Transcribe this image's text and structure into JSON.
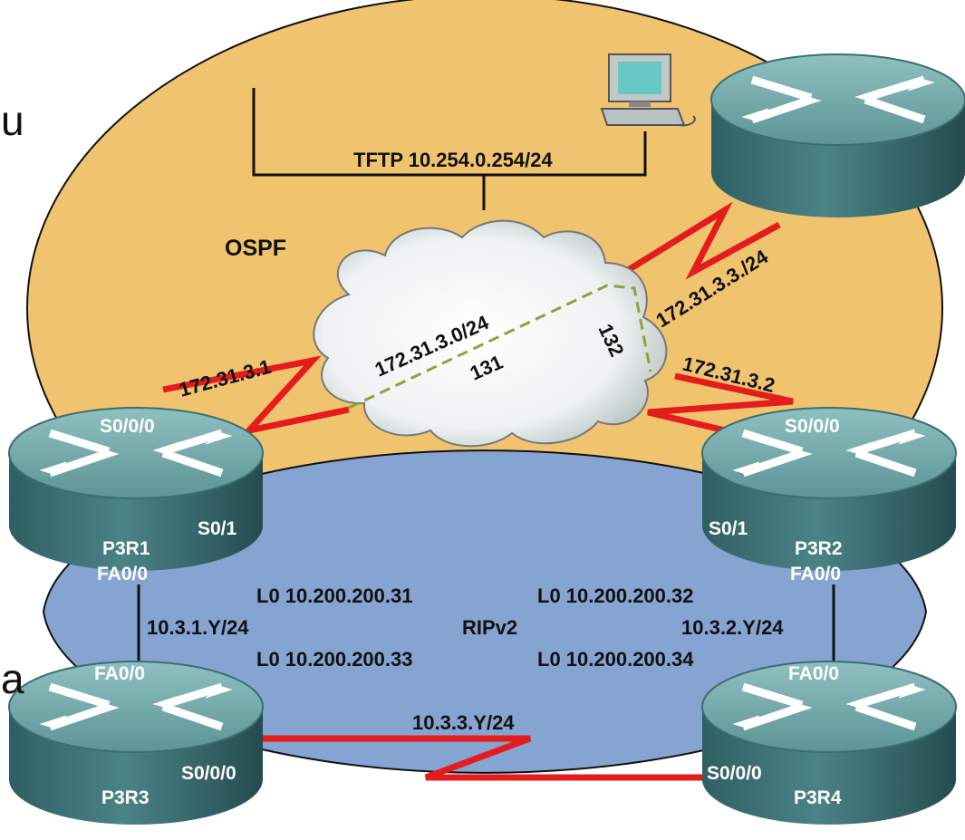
{
  "edge_fragments": {
    "top": "u",
    "bottom": "a"
  },
  "areas": {
    "ospf": "OSPF",
    "rip": "RIPv2"
  },
  "lan": {
    "tftp": "TFTP 10.254.0.254/24"
  },
  "cloud": {
    "network": "172.31.3.0/24",
    "dlci_left": "131",
    "dlci_right": "132"
  },
  "links": {
    "p3r1_serial": "172.31.3.1",
    "p3r2_serial": "172.31.3.2",
    "hub_serial": "172.31.3.3./24",
    "lan_13": "10.3.1.Y/24",
    "lan_24": "10.3.2.Y/24",
    "serial_34": "10.3.3.Y/24"
  },
  "loopbacks": {
    "p3r1": "L0 10.200.200.31",
    "p3r2": "L0 10.200.200.32",
    "p3r3": "L0 10.200.200.33",
    "p3r4": "L0 10.200.200.34"
  },
  "routers": {
    "p3r1": {
      "name": "P3R1",
      "if_top": "S0/0/0",
      "if_side": "S0/1",
      "if_bottom": "FA0/0"
    },
    "p3r2": {
      "name": "P3R2",
      "if_top": "S0/0/0",
      "if_side": "S0/1",
      "if_bottom": "FA0/0"
    },
    "p3r3": {
      "name": "P3R3",
      "if_top": "FA0/0",
      "if_side": "S0/0/0"
    },
    "p3r4": {
      "name": "P3R4",
      "if_top": "FA0/0",
      "if_side": "S0/0/0"
    }
  },
  "colors": {
    "ospf_area": "#f0c46e",
    "rip_area": "#85a4d2",
    "router_body": "#3c7478",
    "router_top": "#6aa2a4",
    "serial_link": "#e51c1c",
    "frame_pvc": "#8ca33a"
  }
}
